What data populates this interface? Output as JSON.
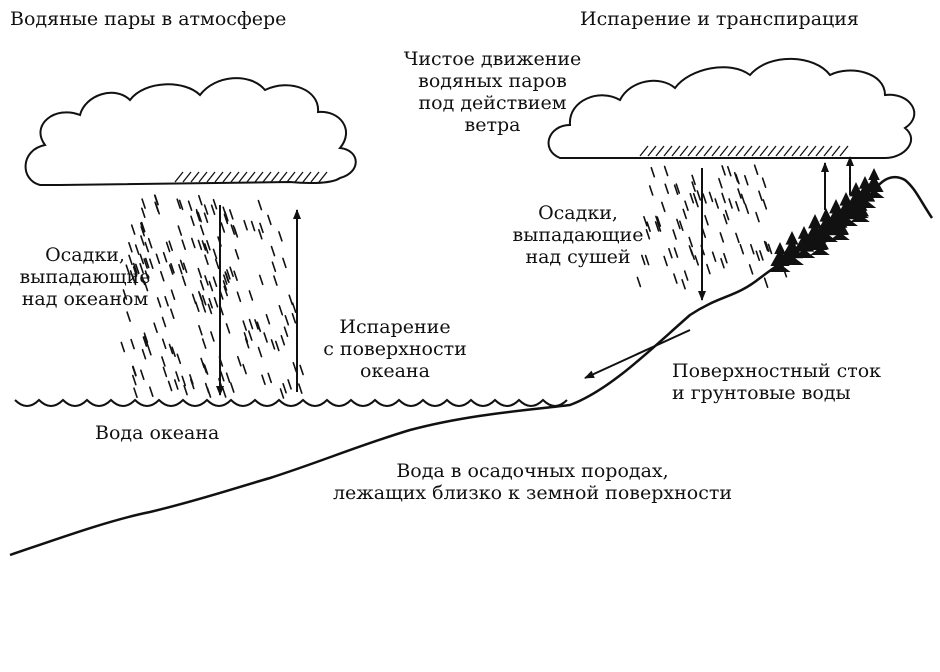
{
  "labels": {
    "atmosphere_vapor": "Водяные пары в атмосфере",
    "evapotranspiration": "Испарение и транспирация",
    "wind_transport": [
      "Чистое движение",
      "водяных паров",
      "под действием",
      "ветра"
    ],
    "ocean_precip": [
      "Осадки,",
      "выпадающие",
      "над океаном"
    ],
    "land_precip": [
      "Осадки,",
      "выпадающие",
      "над сушей"
    ],
    "ocean_evaporation": [
      "Испарение",
      "с поверхности",
      "океана"
    ],
    "runoff": [
      "Поверхностный сток",
      "и грунтовые воды"
    ],
    "ocean_water": "Вода океана",
    "sediment_water": [
      "Вода в осадочных породах,",
      "лежащих близко к земной поверхности"
    ]
  },
  "colors": {
    "ink": "#111111",
    "background": "#ffffff"
  }
}
